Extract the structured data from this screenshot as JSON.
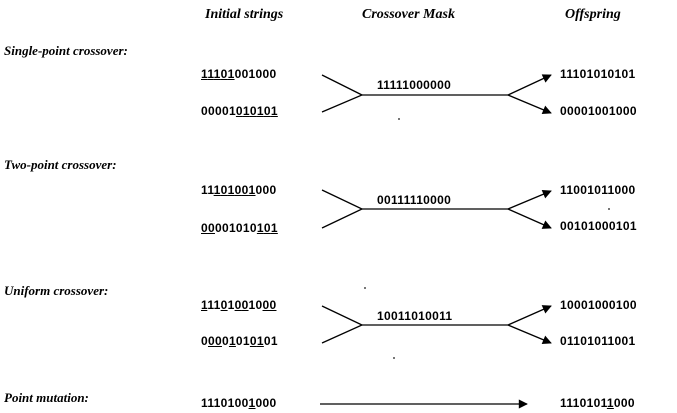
{
  "headers": {
    "initial": "Initial strings",
    "mask": "Crossover Mask",
    "offspring": "Offspring"
  },
  "sections": [
    {
      "title": "Single-point crossover:",
      "parent1": "11101001000",
      "parent1_underline": [
        0,
        1,
        2,
        3,
        4
      ],
      "parent2": "00001010101",
      "parent2_underline": [
        5,
        6,
        7,
        8,
        9,
        10
      ],
      "mask": "11111000000",
      "child1": "11101010101",
      "child1_underline": [],
      "child2": "00001001000",
      "child2_underline": []
    },
    {
      "title": "Two-point crossover:",
      "parent1": "11101001000",
      "parent1_underline": [
        2,
        3,
        4,
        5,
        6,
        7
      ],
      "parent2": "00001010101",
      "parent2_underline": [
        0,
        1,
        8,
        9,
        10
      ],
      "mask": "00111110000",
      "child1": "11001011000",
      "child1_underline": [],
      "child2": "00101000101",
      "child2_underline": []
    },
    {
      "title": "Uniform crossover:",
      "parent1": "11101001000",
      "parent1_underline": [
        0,
        3,
        5,
        6,
        9,
        10
      ],
      "parent2": "00001010101",
      "parent2_underline": [
        1,
        2,
        4,
        7,
        8
      ],
      "mask": "10011010011",
      "child1": "10001000100",
      "child1_underline": [],
      "child2": "01101011001",
      "child2_underline": []
    },
    {
      "title": "Point mutation:",
      "parent1": "11101001000",
      "parent1_underline": [
        7
      ],
      "child1": "11101011000",
      "child1_underline": [
        7
      ]
    }
  ]
}
